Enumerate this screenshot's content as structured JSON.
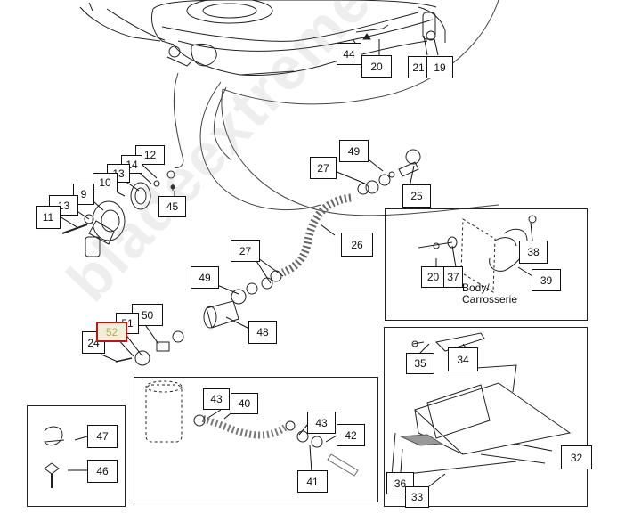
{
  "watermark": "bladeextremelife.ru",
  "body_label": {
    "line1": "Body/",
    "line2": "Carrosserie"
  },
  "highlight_color": "#b51a1a",
  "parts": {
    "p44": "44",
    "p20a": "20",
    "p21": "21",
    "p19": "19",
    "p12": "12",
    "p14": "14",
    "p13a": "13",
    "p10": "10",
    "p9": "9",
    "p13b": "13",
    "p11": "11",
    "p45": "45",
    "p49a": "49",
    "p27a": "27",
    "p25": "25",
    "p26": "26",
    "p27b": "27",
    "p49b": "49",
    "p48": "48",
    "p50": "50",
    "p51": "51",
    "p52": "52",
    "p24": "24",
    "p20b": "20",
    "p37": "37",
    "p38": "38",
    "p39": "39",
    "p35": "35",
    "p34": "34",
    "p32": "32",
    "p36": "36",
    "p33": "33",
    "p43a": "43",
    "p40": "40",
    "p43b": "43",
    "p42": "42",
    "p41": "41",
    "p47": "47",
    "p46": "46"
  }
}
